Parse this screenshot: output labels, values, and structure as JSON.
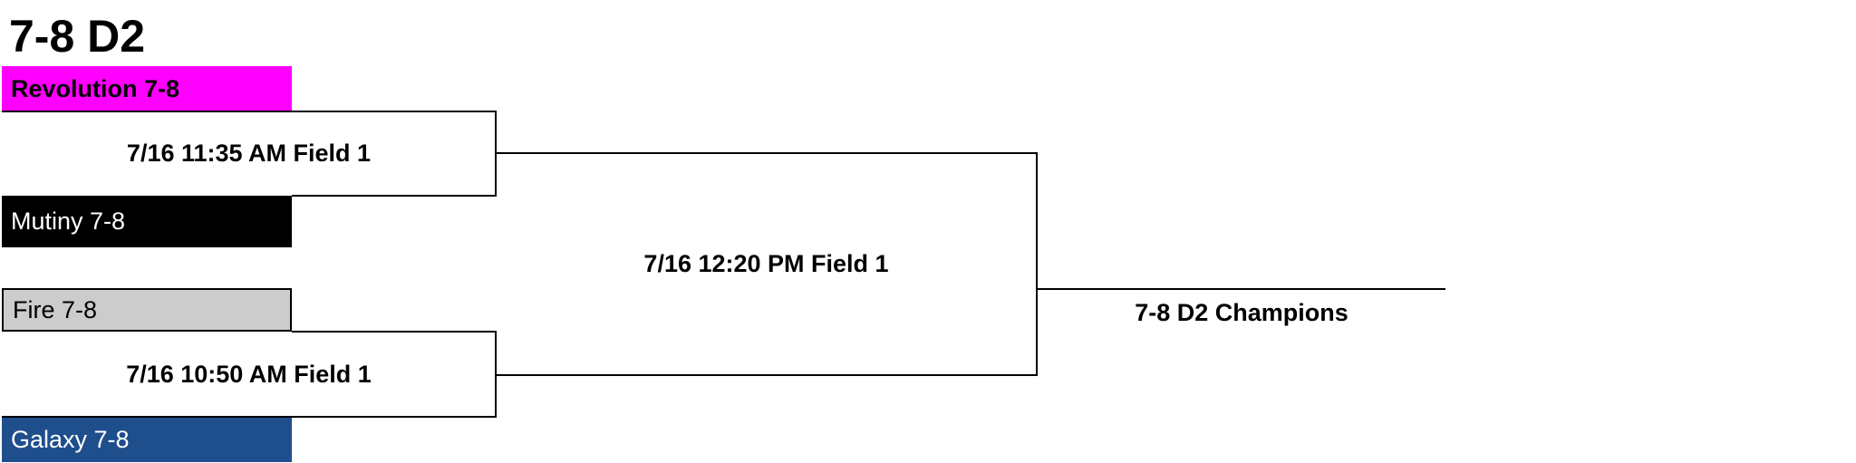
{
  "title": "7-8 D2",
  "teams": {
    "revolution": "Revolution 7-8",
    "mutiny": "Mutiny 7-8",
    "fire": "Fire 7-8",
    "galaxy": "Galaxy 7-8"
  },
  "games": {
    "semi_top": "7/16 11:35 AM Field 1",
    "semi_bottom": "7/16 10:50 AM Field 1",
    "final": "7/16 12:20 PM Field 1"
  },
  "champion_label": "7-8 D2 Champions",
  "colors": {
    "revolution": "#ff00ff",
    "mutiny": "#000000",
    "fire": "#cccccc",
    "galaxy": "#1f4e8c"
  }
}
